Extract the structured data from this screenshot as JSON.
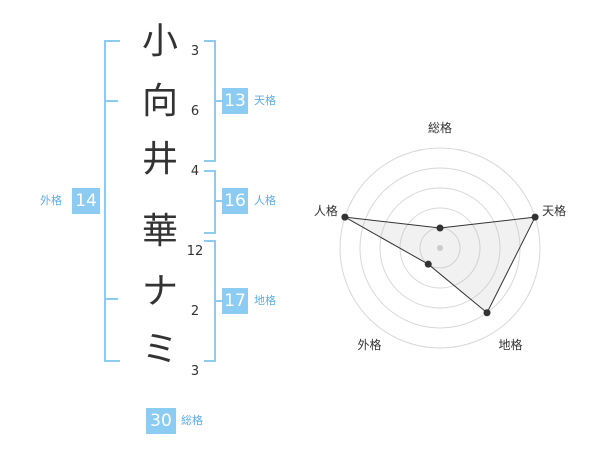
{
  "name_chars": [
    "小",
    "向",
    "井",
    "華",
    "ナ",
    "ミ"
  ],
  "stroke_counts": [
    "3",
    "6",
    "4",
    "12",
    "2",
    "3"
  ],
  "scores": {
    "tenkaku": {
      "value": "13",
      "label": "天格"
    },
    "jinkaku": {
      "value": "16",
      "label": "人格"
    },
    "chikaku": {
      "value": "17",
      "label": "地格"
    },
    "gaikaku": {
      "value": "14",
      "label": "外格"
    },
    "soukaku": {
      "value": "30",
      "label": "総格"
    }
  },
  "colors": {
    "accent": "#8ccbf2",
    "accent_text": "#5aaee6"
  },
  "chart_data": {
    "type": "radar",
    "axes": [
      "総格",
      "天格",
      "地格",
      "外格",
      "人格"
    ],
    "values": [
      1,
      5,
      4,
      1,
      5
    ],
    "rmax": 5
  }
}
